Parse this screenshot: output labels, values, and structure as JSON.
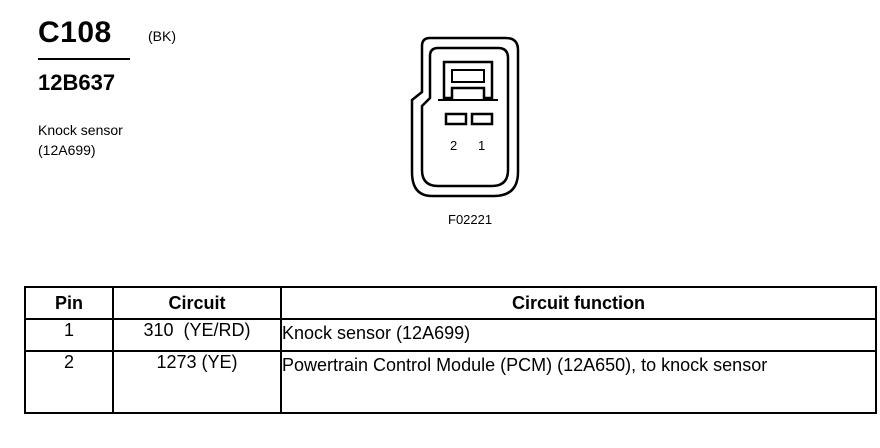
{
  "header": {
    "connector_id": "C108",
    "color_code": "(BK)",
    "part_number": "12B637",
    "component_name": "Knock sensor",
    "component_part": "(12A699)"
  },
  "diagram": {
    "pin_labels": [
      "2",
      "1"
    ],
    "figure_code": "F02221"
  },
  "table": {
    "headers": [
      "Pin",
      "Circuit",
      "Circuit function"
    ],
    "rows": [
      {
        "pin": "1",
        "circuit": "310  (YE/RD)",
        "function": "Knock sensor (12A699)"
      },
      {
        "pin": "2",
        "circuit": "1273 (YE)",
        "function": "Powertrain Control Module (PCM) (12A650), to knock sensor"
      }
    ]
  }
}
